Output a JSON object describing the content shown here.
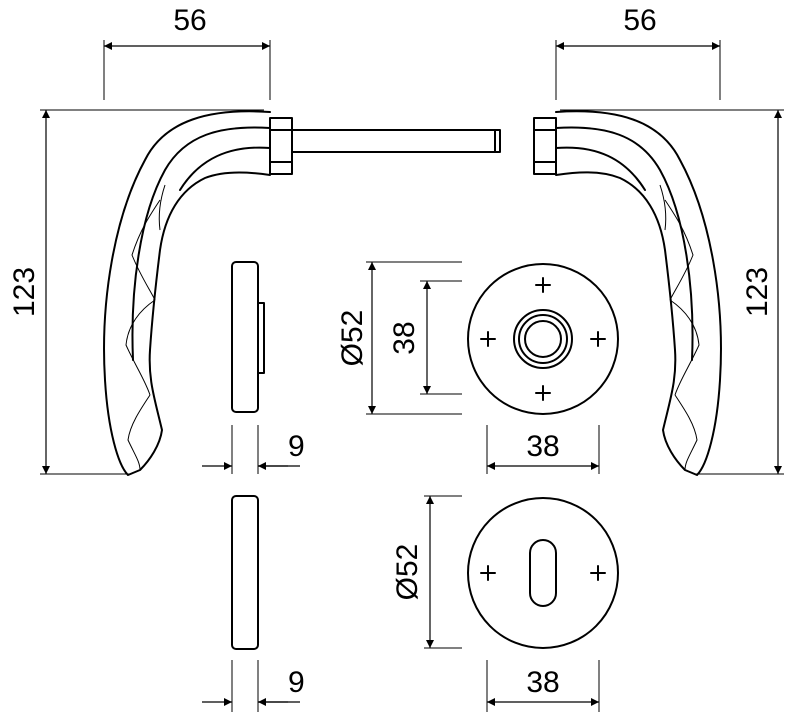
{
  "dimensions": {
    "handle_width_left": "56",
    "handle_width_right": "56",
    "handle_height_left": "123",
    "handle_height_right": "123",
    "rose_diameter": "Ø52",
    "rose_inner": "38",
    "rose_width": "38",
    "rose_thickness": "9",
    "escutcheon_diameter": "Ø52",
    "escutcheon_width": "38",
    "escutcheon_thickness": "9"
  },
  "colors": {
    "line": "#000000",
    "background": "#ffffff"
  }
}
